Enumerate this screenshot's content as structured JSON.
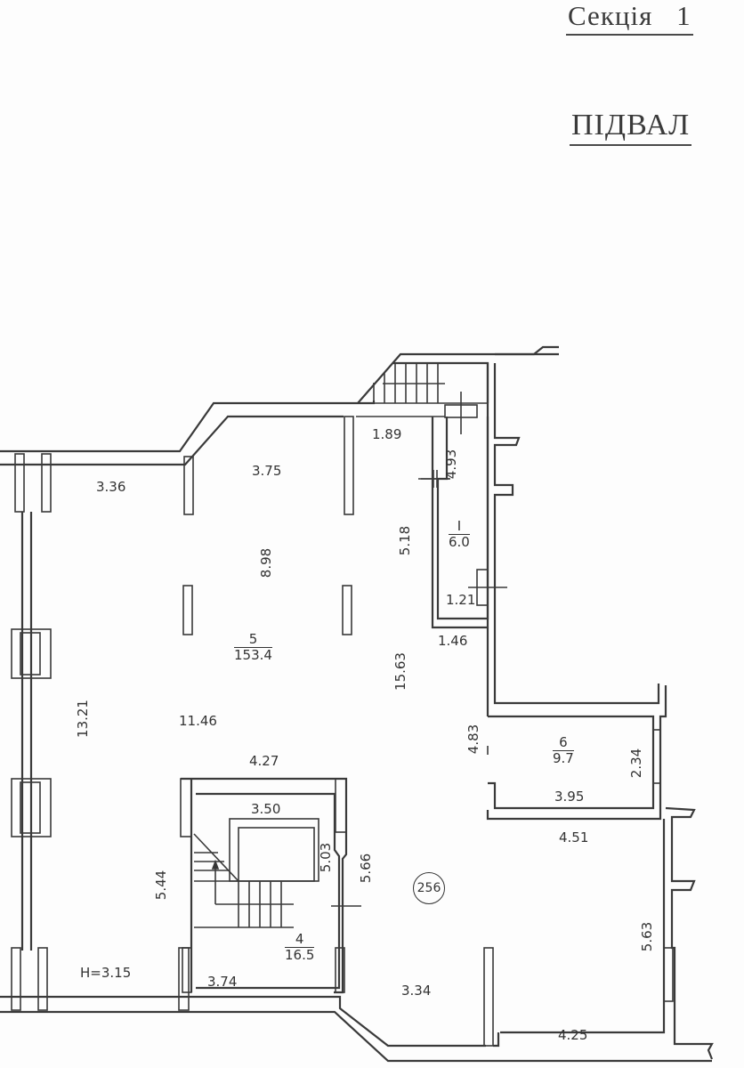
{
  "header": {
    "section": "Секція   1",
    "floor": "ПІДВАЛ"
  },
  "rooms": [
    {
      "number": "5",
      "area": "153.4"
    },
    {
      "number": "I",
      "area": "6.0"
    },
    {
      "number": "6",
      "area": "9.7"
    },
    {
      "number": "4",
      "area": "16.5"
    }
  ],
  "dimensions": {
    "d_3_36": "3.36",
    "d_3_75": "3.75",
    "d_1_89": "1.89",
    "d_4_93": "4.93",
    "d_5_18": "5.18",
    "d_8_98": "8.98",
    "d_1_21": "1.21",
    "d_1_46": "1.46",
    "d_13_21": "13.21",
    "d_11_46": "11.46",
    "d_15_63": "15.63",
    "d_4_83": "4.83",
    "d_2_34": "2.34",
    "d_3_95": "3.95",
    "d_4_27": "4.27",
    "d_3_50": "3.50",
    "d_5_03": "5.03",
    "d_5_66": "5.66",
    "d_5_44": "5.44",
    "d_4_51": "4.51",
    "d_5_63": "5.63",
    "d_3_74": "3.74",
    "d_3_34": "3.34",
    "d_4_25": "4.25"
  },
  "height_note": "H=3.15",
  "building_marker": "256"
}
